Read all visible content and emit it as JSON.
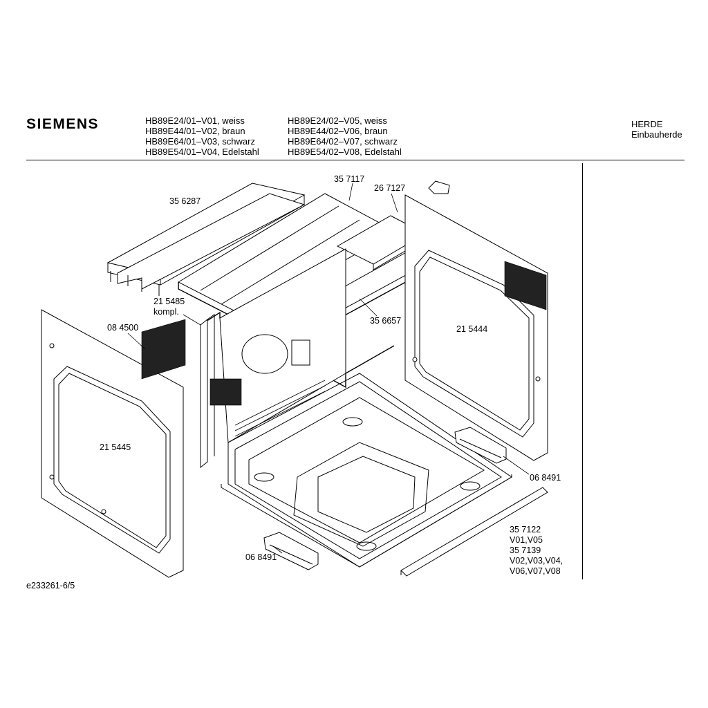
{
  "header": {
    "brand": "SIEMENS",
    "models_col1": [
      "HB89E24/01–V01, weiss",
      "HB89E44/01–V02, braun",
      "HB89E64/01–V03, schwarz",
      "HB89E54/01–V04, Edelstahl"
    ],
    "models_col2": [
      "HB89E24/02–V05, weiss",
      "HB89E44/02–V06, braun",
      "HB89E64/02–V07, schwarz",
      "HB89E54/02–V08, Edelstahl"
    ],
    "category_line1": "HERDE",
    "category_line2": "Einbauherde"
  },
  "parts": {
    "p356287": "35 6287",
    "p357117": "35  7117",
    "p267127": "26 7127",
    "p215485_a": "21 5485",
    "p215485_b": "kompl.",
    "p084500": "08 4500",
    "p356657": "35 6657",
    "p215444": "21 5444",
    "p215445": "21 5445",
    "p068491_right": "06 8491",
    "p068491_bottom": "06 8491",
    "p357122_a": "35 7122",
    "p357122_b": "V01,V05",
    "p357139_a": "35 7139",
    "p357139_b": "V02,V03,V04,",
    "p357139_c": "V06,V07,V08"
  },
  "footer": {
    "doc_id": "e233261-6/5"
  }
}
